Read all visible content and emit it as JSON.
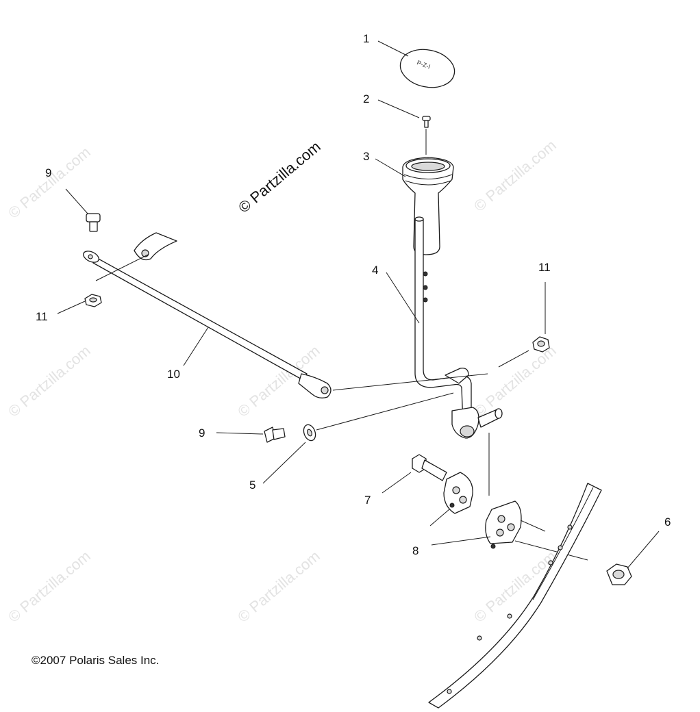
{
  "copyright": "©2007 Polaris Sales Inc.",
  "watermark_main": "© Partzilla.com",
  "watermark_faint": "© Partzilla.com",
  "callouts": {
    "c1": "1",
    "c2": "2",
    "c3": "3",
    "c4": "4",
    "c5": "5",
    "c6": "6",
    "c7": "7",
    "c8": "8",
    "c9a": "9",
    "c9b": "9",
    "c10": "10",
    "c11a": "11",
    "c11b": "11"
  },
  "knob_marking": "P-Z-I"
}
